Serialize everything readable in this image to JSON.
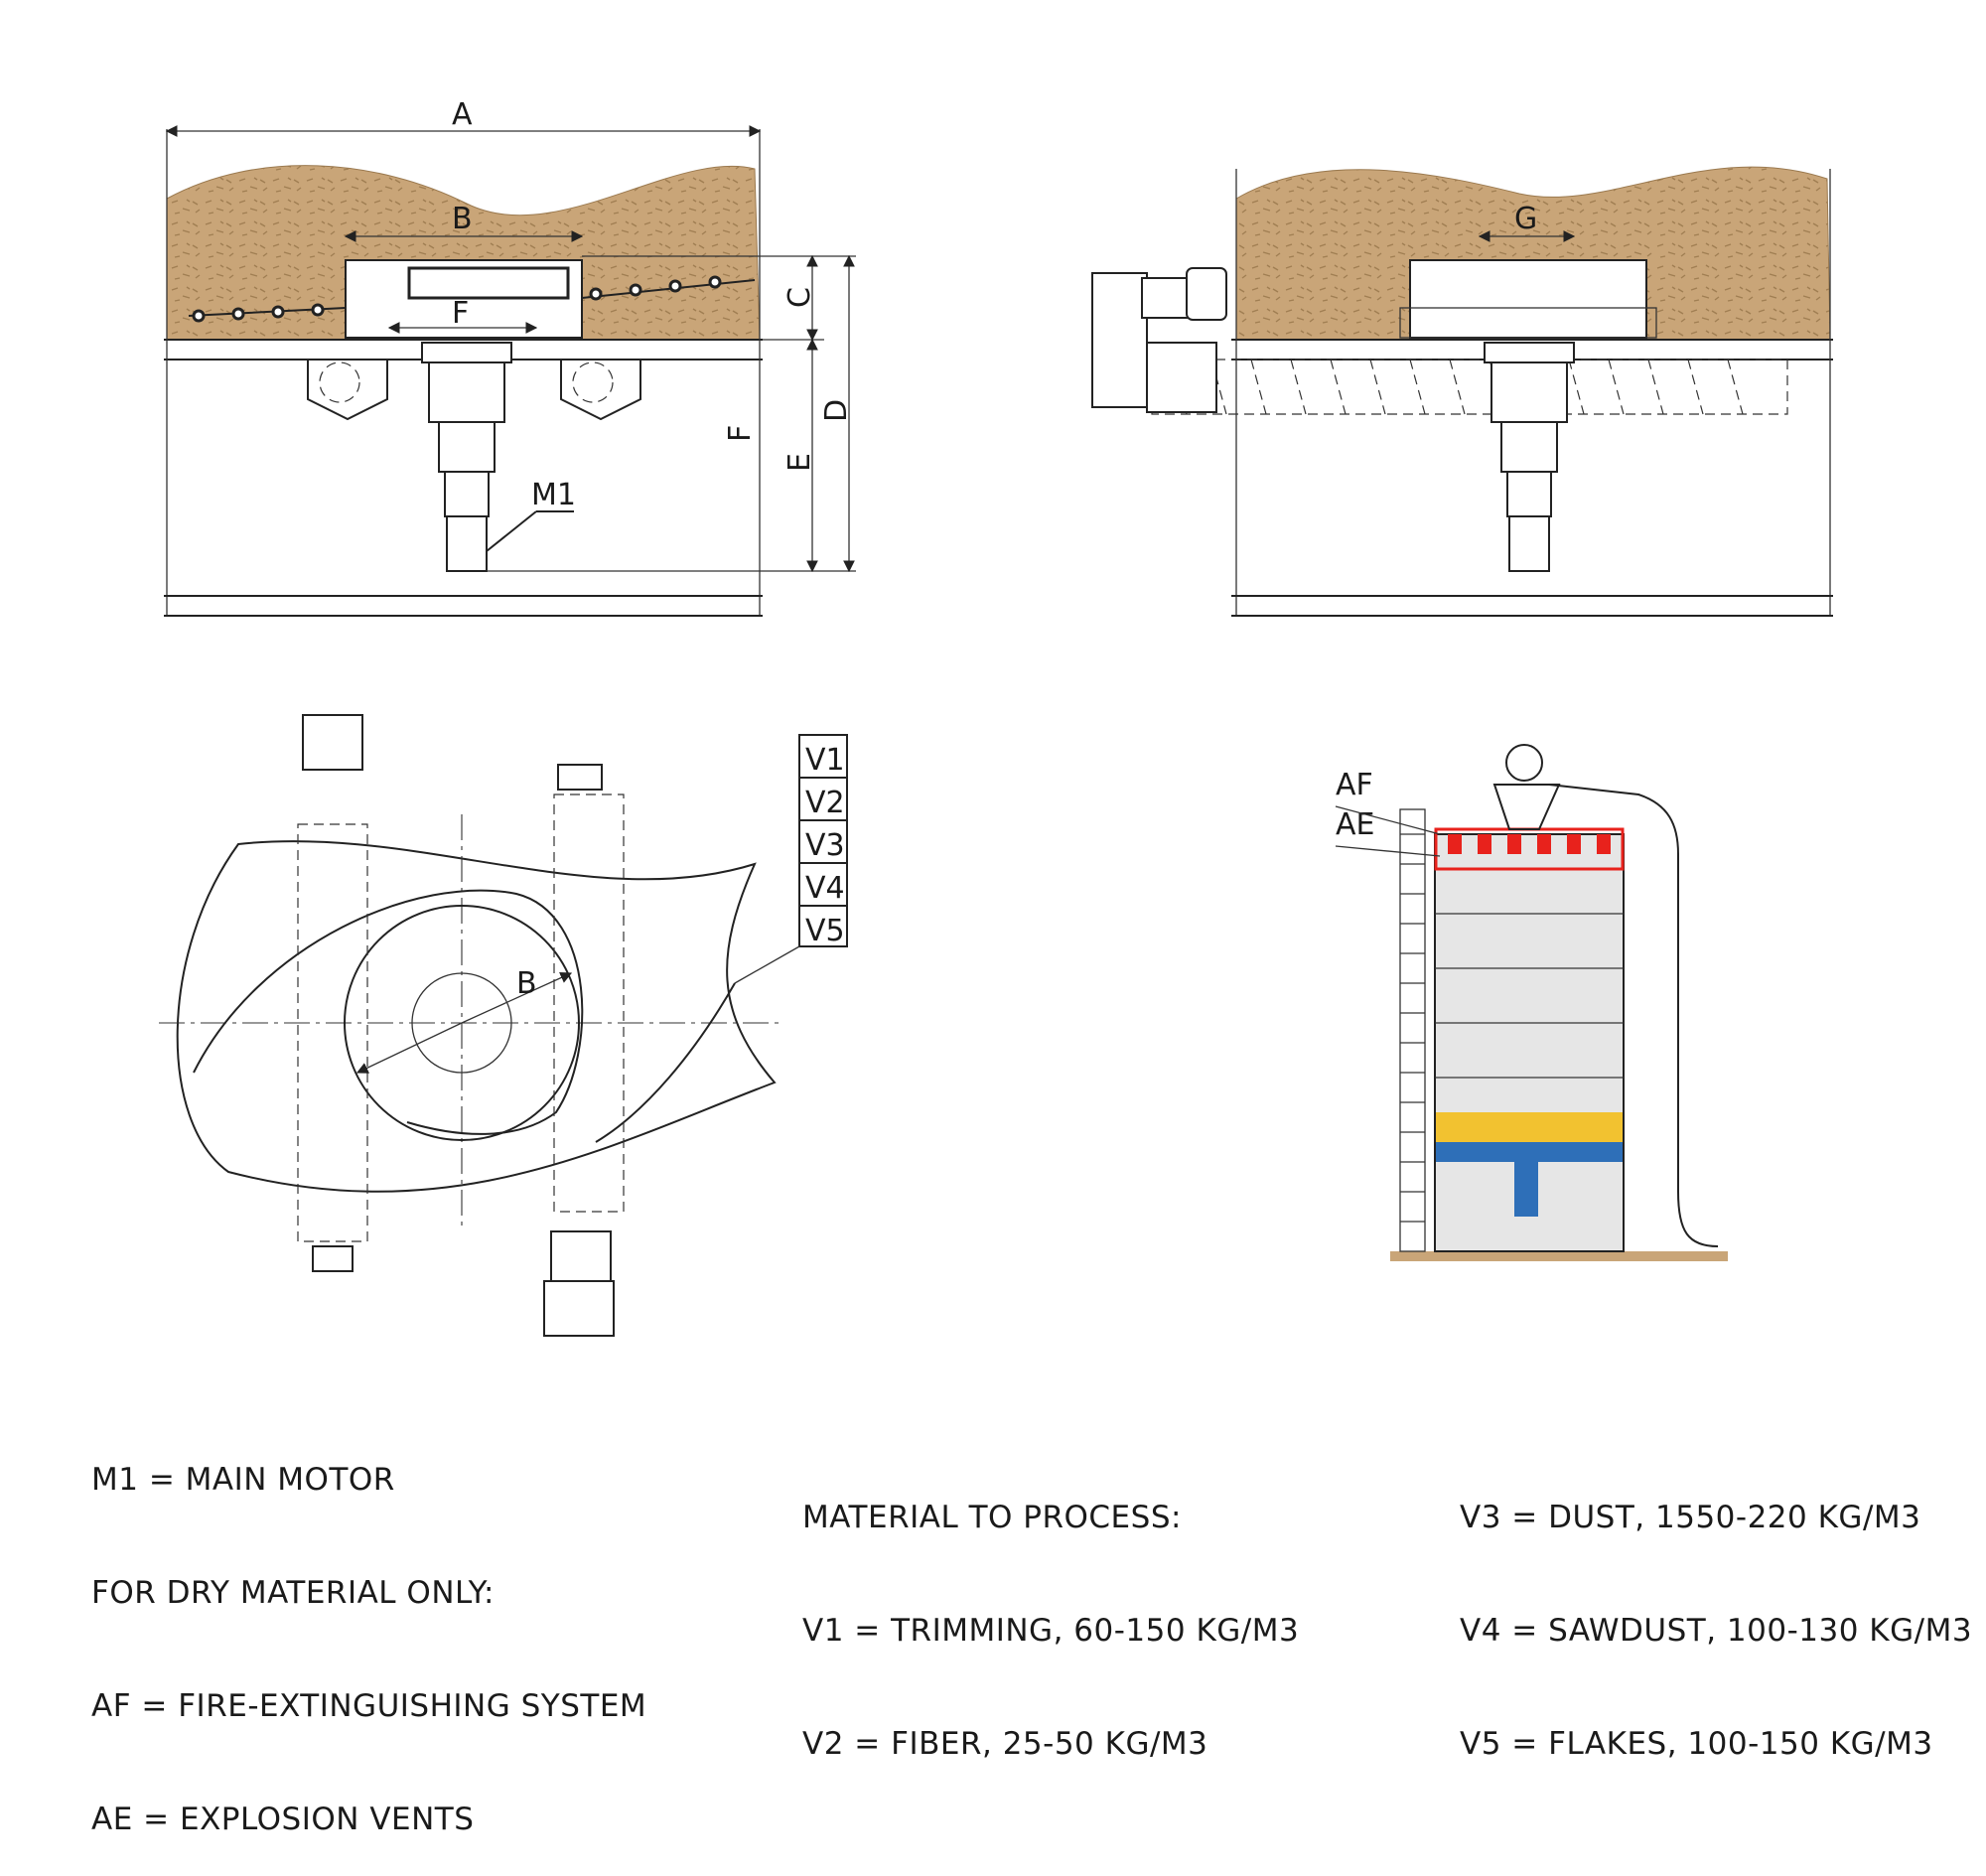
{
  "dimension_labels": {
    "side_view": {
      "a": "A",
      "b": "B",
      "c": "C",
      "d": "D",
      "e": "E",
      "f_horizontal": "F",
      "f_vertical": "F",
      "m1": "M1"
    },
    "front_view": {
      "g": "G"
    },
    "plan_view": {
      "b": "B"
    }
  },
  "material_table": [
    "V1",
    "V2",
    "V3",
    "V4",
    "V5"
  ],
  "silo_labels": {
    "af": "AF",
    "ae": "AE"
  },
  "colors": {
    "material": "#c9a578",
    "material_speckle": "#a07e52",
    "machine_blue": "#2e6fb8",
    "yellow_material": "#f2c230",
    "vents_red": "#e8221c",
    "ground": "#c9a578"
  },
  "legend": {
    "col1": [
      "M1 = MAIN MOTOR",
      "FOR DRY MATERIAL ONLY:",
      "AF = FIRE-EXTINGUISHING SYSTEM",
      "AE = EXPLOSION VENTS"
    ],
    "col2": [
      "MATERIAL TO PROCESS:",
      "V1 = TRIMMING, 60-150 KG/M3",
      "V2 = FIBER, 25-50 KG/M3"
    ],
    "col3": [
      "V3 = DUST, 1550-220 KG/M3",
      "V4 = SAWDUST, 100-130 KG/M3",
      "V5 = FLAKES, 100-150 KG/M3"
    ]
  }
}
